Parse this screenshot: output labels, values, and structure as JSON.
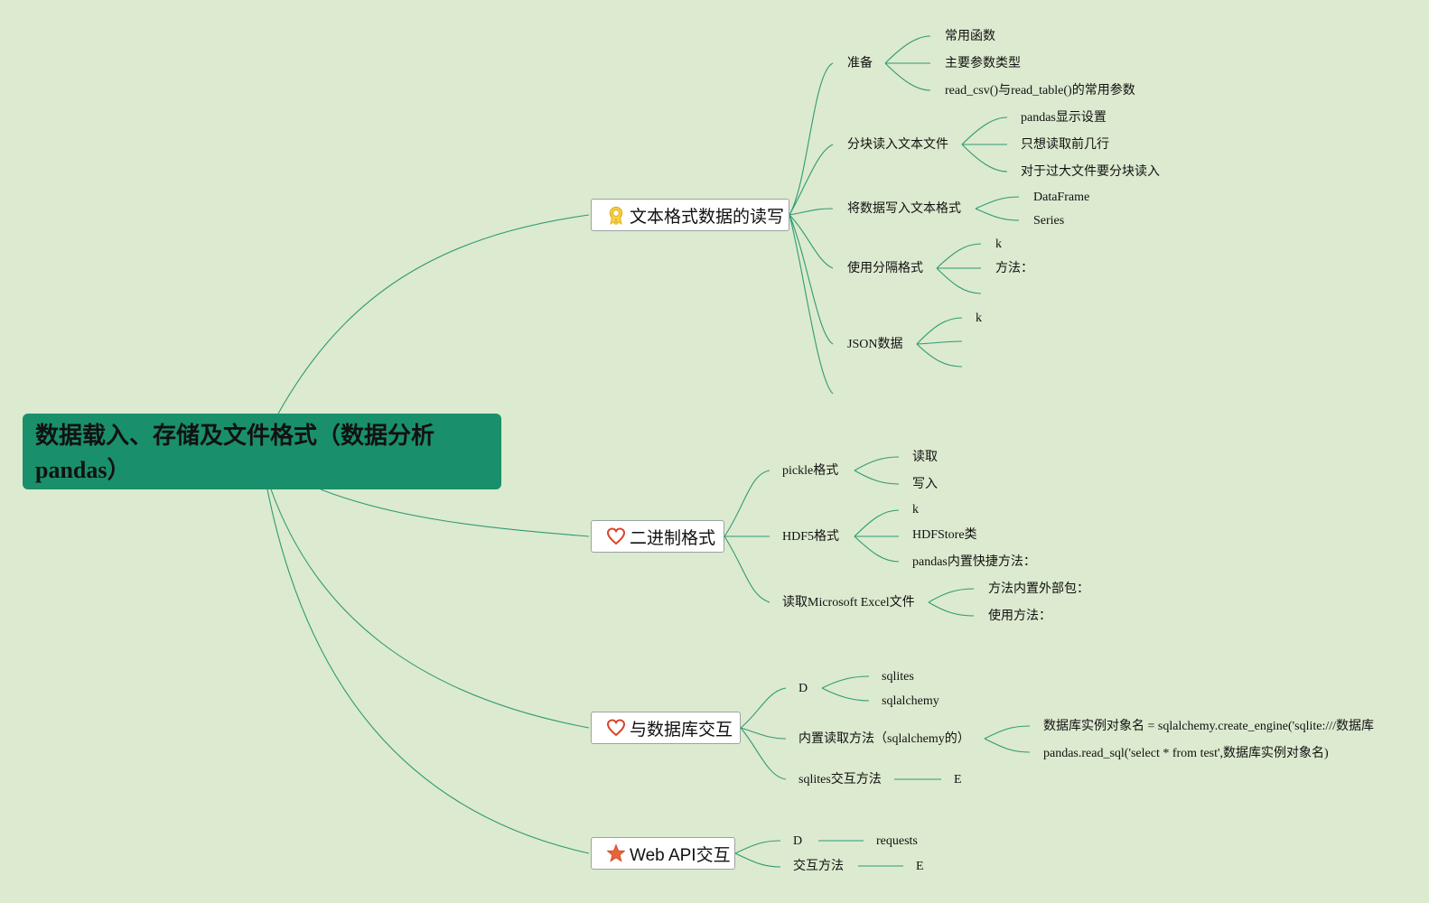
{
  "root": {
    "line1": "数据载入、存储及文件格式（数据分析",
    "line2": "pandas）"
  },
  "branches": {
    "text": {
      "label": "文本格式数据的读写",
      "icon": "award-icon",
      "prep": "准备",
      "prep_items": [
        "常用函数",
        "主要参数类型",
        "read_csv()与read_table()的常用参数"
      ],
      "chunk": "分块读入文本文件",
      "chunk_items": [
        "pandas显示设置",
        "只想读取前几行",
        "对于过大文件要分块读入"
      ],
      "write": "将数据写入文本格式",
      "write_items": [
        "DataFrame",
        "Series"
      ],
      "delim": "使用分隔格式",
      "delim_items": [
        "k",
        "方法："
      ],
      "json": "JSON数据",
      "json_items": [
        "k"
      ]
    },
    "binary": {
      "label": "二进制格式",
      "icon": "heart-icon",
      "pickle": "pickle格式",
      "pickle_items": [
        "读取",
        "写入"
      ],
      "hdf5": "HDF5格式",
      "hdf5_items": [
        "k",
        "HDFStore类",
        "pandas内置快捷方法："
      ],
      "excel": "读取Microsoft Excel文件",
      "excel_items": [
        "方法内置外部包：",
        "使用方法："
      ]
    },
    "db": {
      "label": "与数据库交互",
      "icon": "heart-icon",
      "d": "D",
      "d_items": [
        "sqlites",
        "sqlalchemy"
      ],
      "builtin": "内置读取方法（sqlalchemy的）",
      "builtin_items": [
        "数据库实例对象名 = sqlalchemy.create_engine('sqlite:///数据库",
        "pandas.read_sql('select * from test',数据库实例对象名)"
      ],
      "sqlites": "sqlites交互方法",
      "sqlites_items": [
        "E"
      ]
    },
    "web": {
      "label": "Web API交互",
      "icon": "star-icon",
      "d": "D",
      "d_items": [
        "requests"
      ],
      "method": "交互方法",
      "method_items": [
        "E"
      ]
    }
  },
  "colors": {
    "background": "#dceacf",
    "root": "#1a8f6b",
    "line": "#2e9b72",
    "award": "#e6b422",
    "heart": "#d9452b",
    "star": "#e8643a"
  }
}
